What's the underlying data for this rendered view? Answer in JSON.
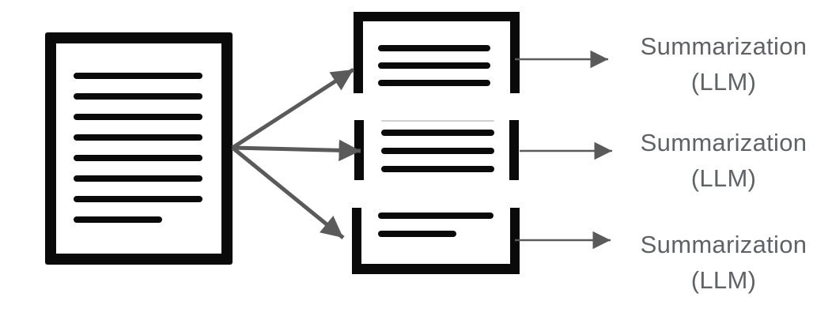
{
  "colors": {
    "bg": "#ffffff",
    "ink": "#0a0a0a",
    "arrow": "#5a5a5a",
    "label": "#5f6368",
    "faded": "#d0d0d0"
  },
  "labels": [
    {
      "line1": "Summarization",
      "line2": "(LLM)"
    },
    {
      "line1": "Summarization",
      "line2": "(LLM)"
    },
    {
      "line1": "Summarization",
      "line2": "(LLM)"
    }
  ]
}
